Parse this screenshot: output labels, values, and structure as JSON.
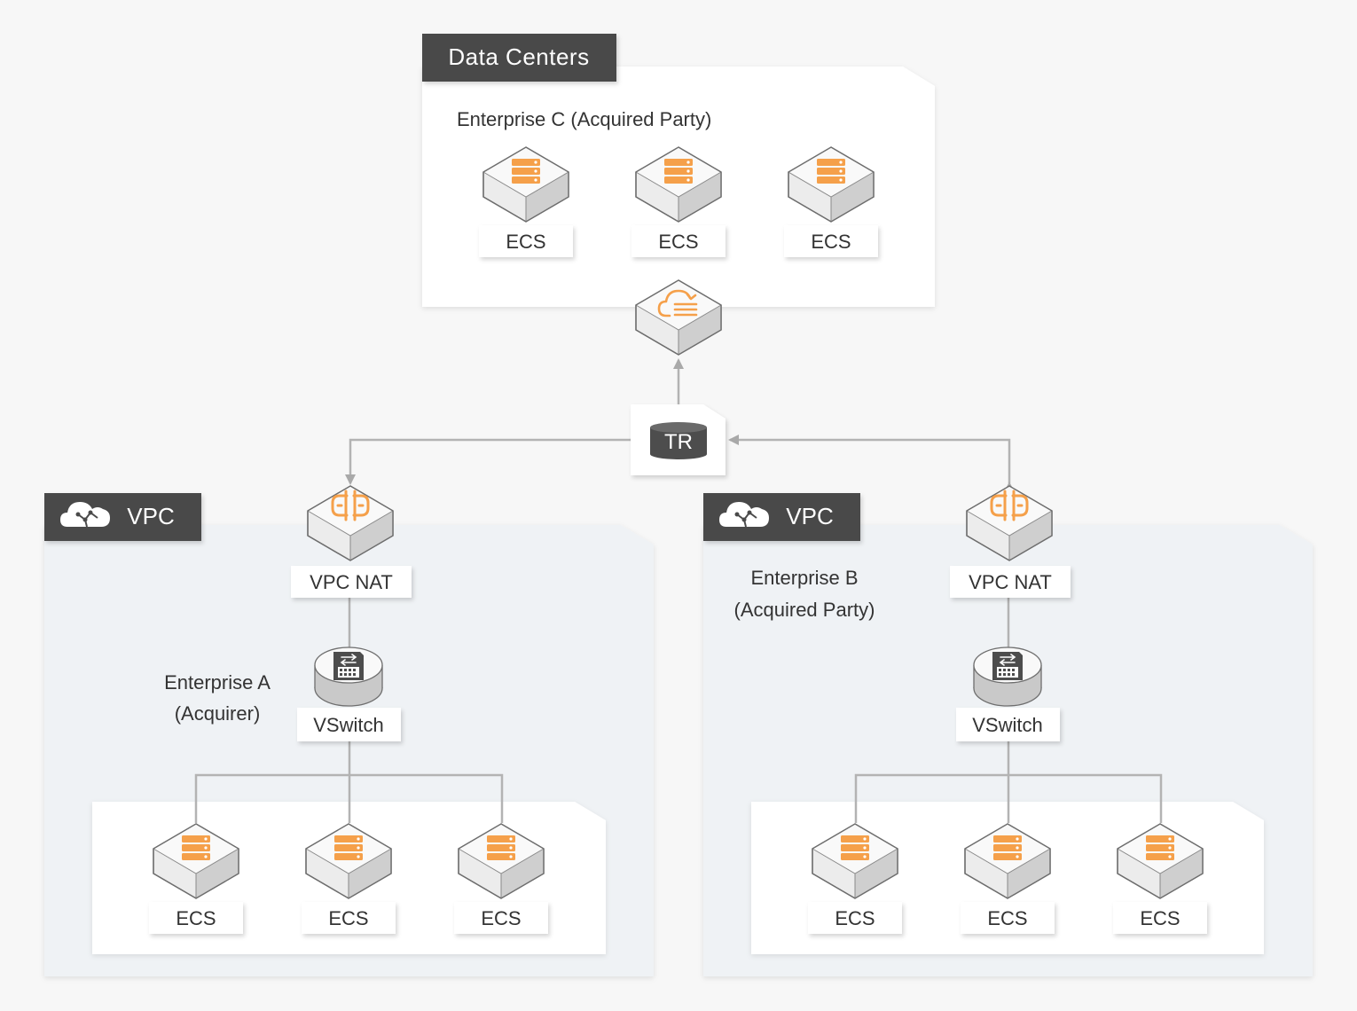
{
  "colors": {
    "background": "#f7f7f7",
    "panel_white": "#ffffff",
    "panel_vpc": "#eff2f5",
    "header_dark": "#4a4a4a",
    "accent_orange": "#f5a04a",
    "line_gray": "#b3b3b3",
    "text": "#333333"
  },
  "data_center": {
    "header": "Data Centers",
    "title": "Enterprise C (Acquired Party)",
    "servers": [
      "ECS",
      "ECS",
      "ECS"
    ],
    "gateway_icon": "cloud-gateway-icon"
  },
  "router": {
    "label": "TR"
  },
  "vpc_left": {
    "header": "VPC",
    "header_icon": "cloud-icon",
    "enterprise": [
      "Enterprise A",
      "(Acquirer)"
    ],
    "nat": "VPC NAT",
    "nat_icon": "nat-gateway-icon",
    "vswitch": "VSwitch",
    "vswitch_icon": "vswitch-icon",
    "servers": [
      "ECS",
      "ECS",
      "ECS"
    ],
    "server_icon": "server-icon"
  },
  "vpc_right": {
    "header": "VPC",
    "header_icon": "cloud-icon",
    "enterprise": [
      "Enterprise B",
      "(Acquired Party)"
    ],
    "nat": "VPC NAT",
    "nat_icon": "nat-gateway-icon",
    "vswitch": "VSwitch",
    "vswitch_icon": "vswitch-icon",
    "servers": [
      "ECS",
      "ECS",
      "ECS"
    ],
    "server_icon": "server-icon"
  }
}
